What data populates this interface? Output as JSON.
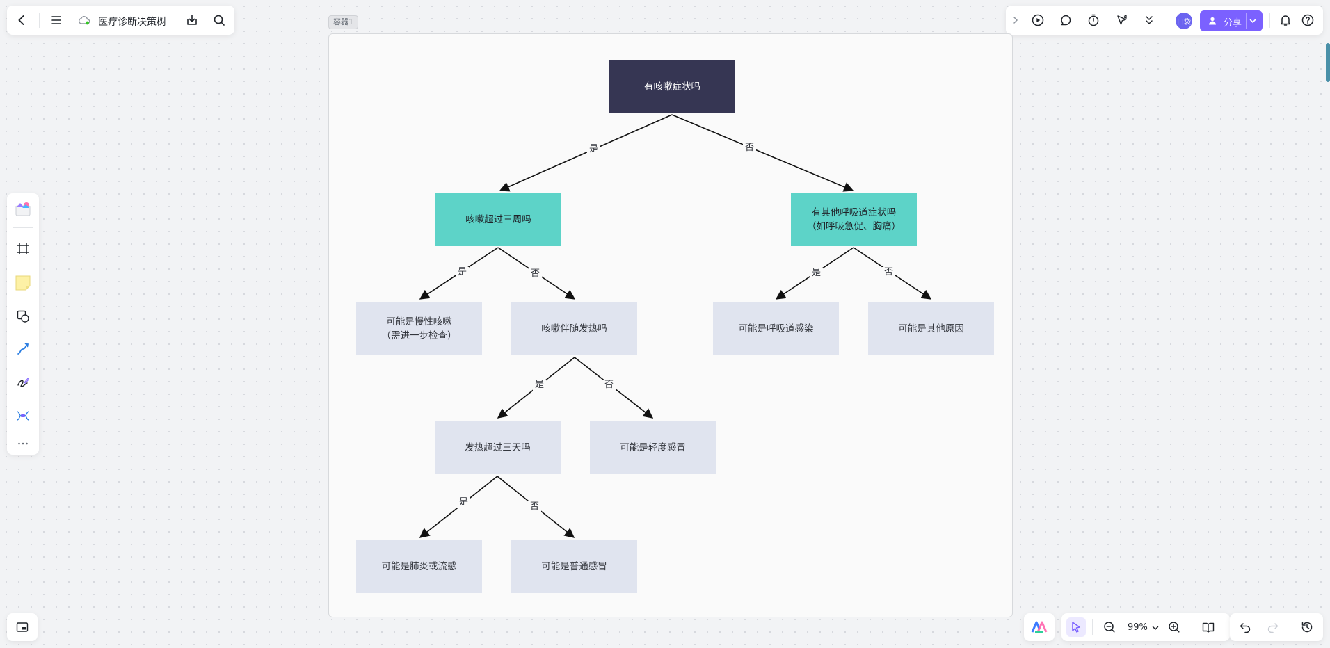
{
  "header": {
    "doc_title": "医疗诊断决策树",
    "share_label": "分享",
    "avatar_text": "口袋"
  },
  "canvas": {
    "container_label": "容器1",
    "zoom": "99%"
  },
  "tree": {
    "root": "有咳嗽症状吗",
    "n1": "咳嗽超过三周吗",
    "n2": "有其他呼吸道症状吗\n（如呼吸急促、胸痛）",
    "n3": "可能是慢性咳嗽\n（需进一步检查）",
    "n4": "咳嗽伴随发热吗",
    "n5": "可能是呼吸道感染",
    "n6": "可能是其他原因",
    "n7": "发热超过三天吗",
    "n8": "可能是轻度感冒",
    "n9": "可能是肺炎或流感",
    "n10": "可能是普通感冒",
    "yes": "是",
    "no": "否"
  },
  "colors": {
    "root_fill": "#363653",
    "question_fill": "#5dd3c8",
    "leaf_fill": "#e0e4ef",
    "accent": "#7b61ff"
  },
  "icons": [
    "back-icon",
    "menu-icon",
    "cloud-sync-icon",
    "download-icon",
    "search-icon",
    "expand-icon",
    "play-icon",
    "comment-icon",
    "timer-icon",
    "cursor-flag-icon",
    "more-down-icon",
    "bell-icon",
    "help-icon",
    "template-icon",
    "frame-icon",
    "sticky-note-icon",
    "shape-icon",
    "connector-icon",
    "pen-icon",
    "mind-map-icon",
    "more-icon",
    "minimap-icon",
    "ai-logo-icon",
    "select-icon",
    "zoom-out-icon",
    "zoom-in-icon",
    "book-icon",
    "undo-icon",
    "redo-icon",
    "history-icon"
  ]
}
